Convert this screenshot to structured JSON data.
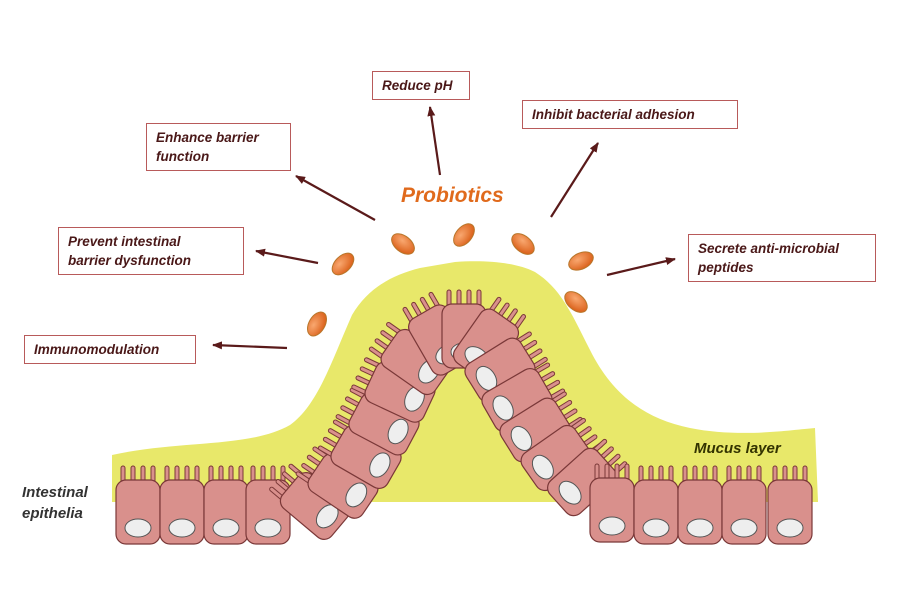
{
  "title": "Probiotics",
  "effects": [
    {
      "id": "immunomodulation",
      "lines": [
        "Immunomodulation"
      ]
    },
    {
      "id": "prevent-dysfunction",
      "lines": [
        "Prevent intestinal",
        "barrier dysfunction"
      ]
    },
    {
      "id": "enhance-barrier",
      "lines": [
        "Enhance barrier",
        "function"
      ]
    },
    {
      "id": "reduce-ph",
      "lines": [
        "Reduce pH"
      ]
    },
    {
      "id": "inhibit-adhesion",
      "lines": [
        "Inhibit bacterial adhesion"
      ]
    },
    {
      "id": "secrete-peptides",
      "lines": [
        "Secrete anti-microbial",
        "peptides"
      ]
    }
  ],
  "mucus_label": "Mucus layer",
  "epithelia_label": [
    "Intestinal",
    "epithelia"
  ],
  "colors": {
    "mucus": "#e8e86a",
    "cell_fill": "#d9908c",
    "cell_stroke": "#7a3838",
    "nucleus": "#eeeeee",
    "probiotic": "#e8732a",
    "arrow": "#5a1a1a",
    "title": "#e06a1c",
    "box_border": "#b85a5a"
  }
}
